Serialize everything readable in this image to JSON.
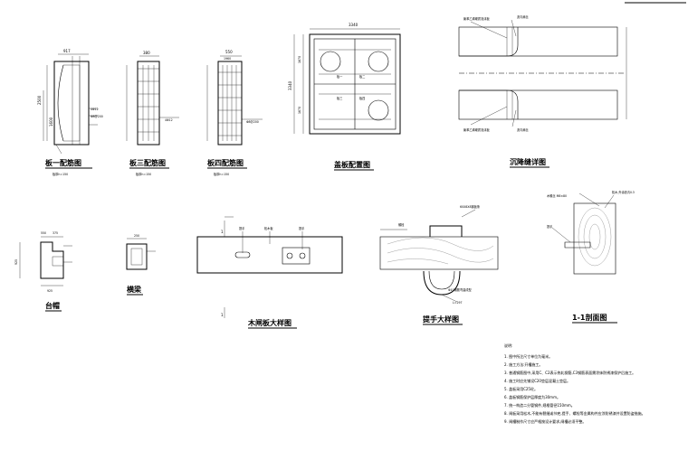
{
  "titles": {
    "plate1": "板一配筋图",
    "plate3": "板三配筋图",
    "plate4": "板四配筋图",
    "cover_layout": "盖板配置图",
    "settle_joint": "沉降缝详图",
    "cap": "台帽",
    "beam": "横梁",
    "wood_plank": "木闸板大样图",
    "handle": "提手大样图",
    "section11": "1-1剖面图"
  },
  "subtitles": {
    "plate1": "板厚h=150",
    "plate3": "板厚h=150",
    "plate4": "板厚h=150"
  },
  "dims": {
    "p1_top": "917",
    "p1_left": "2500",
    "p1_left2": "1600",
    "p3_top": "380",
    "p4_top": "550",
    "p4_top2": "1960",
    "cover_top": "3340",
    "cover_left": "3340",
    "cover_l1": "1670",
    "cover_l2": "1670",
    "cap_top1": "550",
    "cap_top2": "375",
    "cap_bot": "925",
    "cap_left": "925",
    "beam_top": "250",
    "handle_len": "L=297"
  },
  "labels": {
    "rebar_a": "4Φ12",
    "rebar_b": "Φ8@200",
    "rebar_c": "4Φ12",
    "rebar_d": "Φ8@200",
    "cover_plate1": "板一",
    "cover_plate2": "板二",
    "cover_plate3": "板三",
    "cover_plate4": "板四",
    "settle_top": "聚苯乙烯硬质泡沫板",
    "settle_top2": "沥青麻丝",
    "settle_bot": "聚苯乙烯硬质泡沫板",
    "settle_bot2": "沥青麻丝",
    "plank_a": "提手",
    "plank_b": "松木板",
    "plank_c": "提手",
    "handle_top": "60X8X8钢板条",
    "handle_left": "螺栓",
    "handle_bot": "Φ10钢筋弯曲成型",
    "sec_a": "木螺丝 M8×80",
    "sec_b": "松木,外涂沥青Ⅱ.3",
    "sec_c": "提手",
    "cut_mark": "1"
  },
  "notes": {
    "heading": "说明:",
    "items": [
      "1.   图中所注尺寸单位为毫米。",
      "2.   施工方法:开槽施工。",
      "3.   普通钢筋图中,采用C、C2表示热轧钢筋,C3钢筋表面需涂抹防锈漆保护后施工。",
      "4.   施工时应先铺设C20垫层混凝土垫层。",
      "5.   盖板采用C25砼。",
      "6.   盖板钢筋保护层厚度为30mm。",
      "7.   统一构造二分管钢件,规格管径150mm。",
      "8.   闸板采用松木,不能有裂缝或节疤,提手、螺栓等金属构件应涂防锈漆并设置防盗措施。",
      "9.   闸槽制作尺寸应严格按设计要求,闸槽必须平整。"
    ]
  },
  "colors": {
    "line": "#000000",
    "background": "#ffffff",
    "hatch": "#777777"
  }
}
